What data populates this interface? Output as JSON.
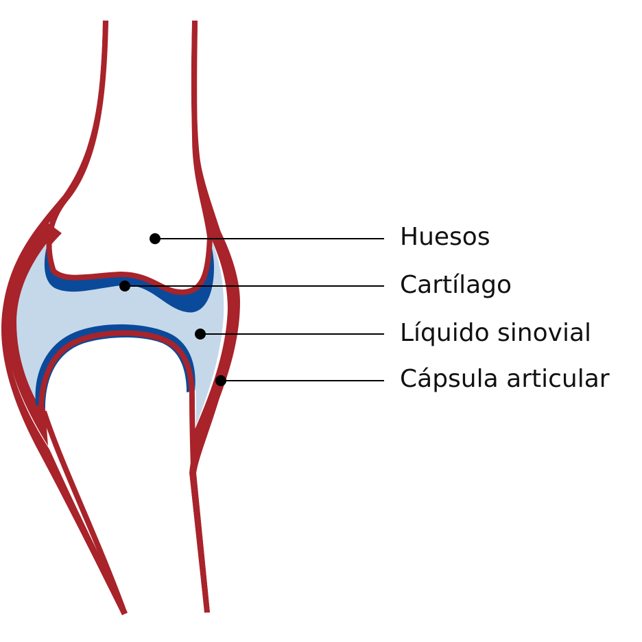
{
  "labels": {
    "bones": "Huesos",
    "cartilage": "Cartílago",
    "synovial_fluid": "Líquido sinovial",
    "capsule": "Cápsula articular"
  },
  "colors": {
    "capsule": "#a8232a",
    "cartilage": "#0b4a9a",
    "fluid": "#c4d8ea",
    "bone": "#ffffff",
    "leader": "#000000"
  }
}
